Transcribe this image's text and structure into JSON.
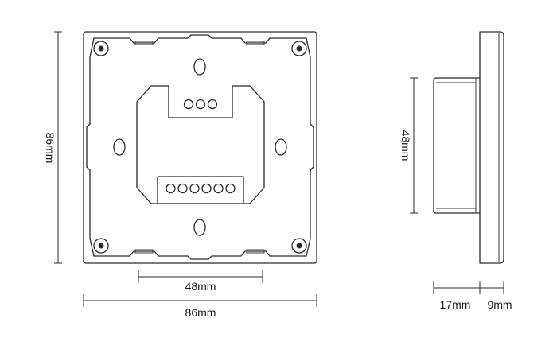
{
  "front_view": {
    "height_label": "86mm",
    "width_label": "86mm",
    "mount_spacing_label": "48mm",
    "top_terminal_count": 3,
    "bottom_terminal_count": 6
  },
  "side_view": {
    "height_label": "48mm",
    "depth_back_label": "17mm",
    "depth_front_label": "9mm"
  },
  "colors": {
    "line": "#2a2a2a",
    "background": "#ffffff"
  }
}
